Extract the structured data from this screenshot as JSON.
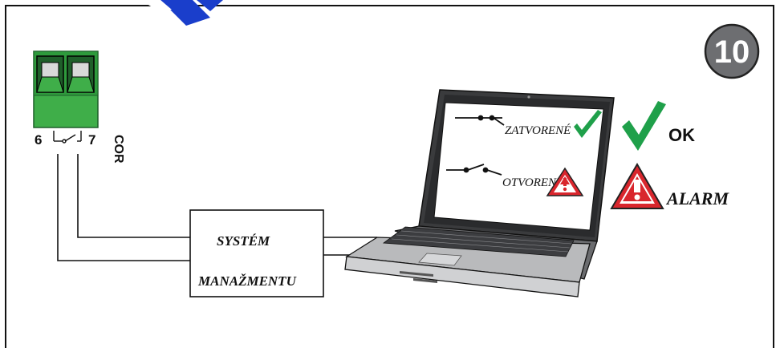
{
  "step": {
    "number": "10"
  },
  "terminal": {
    "pin_left": "6",
    "pin_right": "7",
    "label": "COR"
  },
  "system_box": {
    "line1": "SYSTÉM",
    "line2": "MANAŽMENTU"
  },
  "screen": {
    "closed_label": "ZATVORENÉ",
    "open_label": "OTVORENÉ"
  },
  "status": {
    "ok_label": "OK",
    "alarm_label": "ALARM"
  },
  "colors": {
    "terminal_green": "#3fae49",
    "terminal_dark": "#1f5f2a",
    "check_green": "#1fa04a",
    "warning_red": "#d9262d",
    "badge_gray": "#6d6e71",
    "logo_blue": "#1a3ecb"
  },
  "icons": [
    "check-icon",
    "warning-icon",
    "switch-icon"
  ]
}
